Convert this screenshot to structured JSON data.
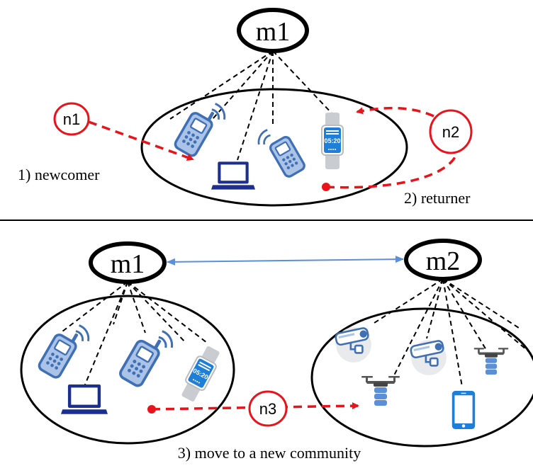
{
  "top": {
    "master": "m1",
    "newcomer_node": "n1",
    "returner_node": "n2",
    "caption_newcomer": "1) newcomer",
    "caption_returner": "2) returner",
    "watch_time": "05:20"
  },
  "bottom": {
    "master_left": "m1",
    "master_right": "m2",
    "mover_node": "n3",
    "watch_time": "05:20",
    "caption": "3) move to a new community"
  },
  "colors": {
    "ink": "#000000",
    "red": "#e8141b",
    "device_blue": "#3f6fb4",
    "device_light": "#aac3e6",
    "laptop_navy": "#1c2f8c",
    "link_blue": "#5b8fd6",
    "phone_blue": "#1d7fd8",
    "gray": "#c9ccd0"
  },
  "icons": [
    "phone-icon",
    "laptop-icon",
    "watch-icon",
    "camera-icon",
    "drone-icon",
    "smartphone-icon"
  ]
}
